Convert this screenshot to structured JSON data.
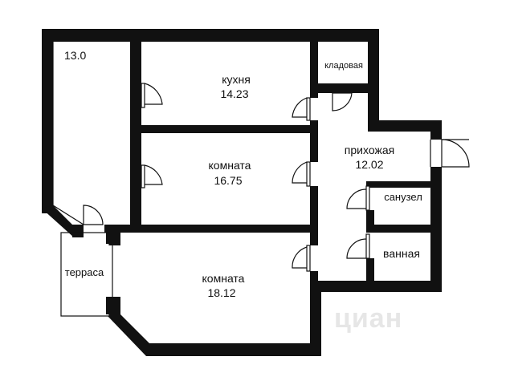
{
  "rooms": {
    "loggia": {
      "area": "13.0"
    },
    "kitchen": {
      "name": "кухня",
      "area": "14.23"
    },
    "pantry": {
      "name": "кладовая"
    },
    "hallway": {
      "name": "прихожая",
      "area": "12.02"
    },
    "room1": {
      "name": "комната",
      "area": "16.75"
    },
    "toilet": {
      "name": "санузел"
    },
    "bathroom": {
      "name": "ванная"
    },
    "room2": {
      "name": "комната",
      "area": "18.12"
    },
    "terrace": {
      "name": "терраса"
    }
  },
  "watermark": {
    "text": "циан"
  },
  "colors": {
    "wall": "#111111",
    "background": "#ffffff",
    "watermark": "#e6e6e6"
  }
}
